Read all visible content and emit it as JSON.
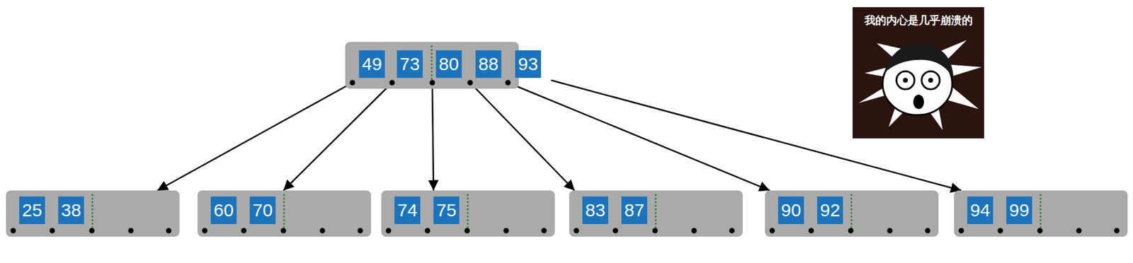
{
  "diagram": {
    "nodes": [
      {
        "text": []
      },
      {
        "text": [
          "49"
        ],
        "in": 0
      },
      {
        "text": [
          "73"
        ],
        "in": 0
      },
      {
        "text": [
          "80"
        ],
        "in": 0
      },
      {
        "text": [
          "88"
        ],
        "in": 0
      },
      {
        "text": [
          "93"
        ],
        "in": 0
      },
      {
        "text": []
      },
      {
        "text": [
          "25"
        ],
        "in": 6
      },
      {
        "text": [
          "38"
        ],
        "in": 6
      },
      {
        "text": []
      },
      {
        "text": [
          "60"
        ],
        "in": 9
      },
      {
        "text": [
          "70"
        ],
        "in": 9
      },
      {
        "text": []
      },
      {
        "text": [
          "74"
        ],
        "in": 12
      },
      {
        "text": [
          "75"
        ],
        "in": 12
      },
      {
        "text": []
      },
      {
        "text": [
          "83"
        ],
        "in": 15
      },
      {
        "text": [
          "87"
        ],
        "in": 15
      },
      {
        "text": []
      },
      {
        "text": [
          "90"
        ],
        "in": 18
      },
      {
        "text": [
          "92"
        ],
        "in": 18
      },
      {
        "text": []
      },
      {
        "text": [
          "94"
        ],
        "in": 21
      },
      {
        "text": [
          "99"
        ],
        "in": 21
      }
    ],
    "edges": [
      {
        "from": 0,
        "to": 6,
        "arrow": "to"
      },
      {
        "from": 0,
        "to": 9,
        "arrow": "to"
      },
      {
        "from": 0,
        "to": 12,
        "arrow": "to"
      },
      {
        "from": 0,
        "to": 15,
        "arrow": "to"
      },
      {
        "from": 0,
        "to": 18,
        "arrow": "to"
      },
      {
        "from": 0,
        "to": 21,
        "arrow": "to"
      }
    ],
    "labels": [
      "我的内心是几乎崩溃的"
    ]
  }
}
